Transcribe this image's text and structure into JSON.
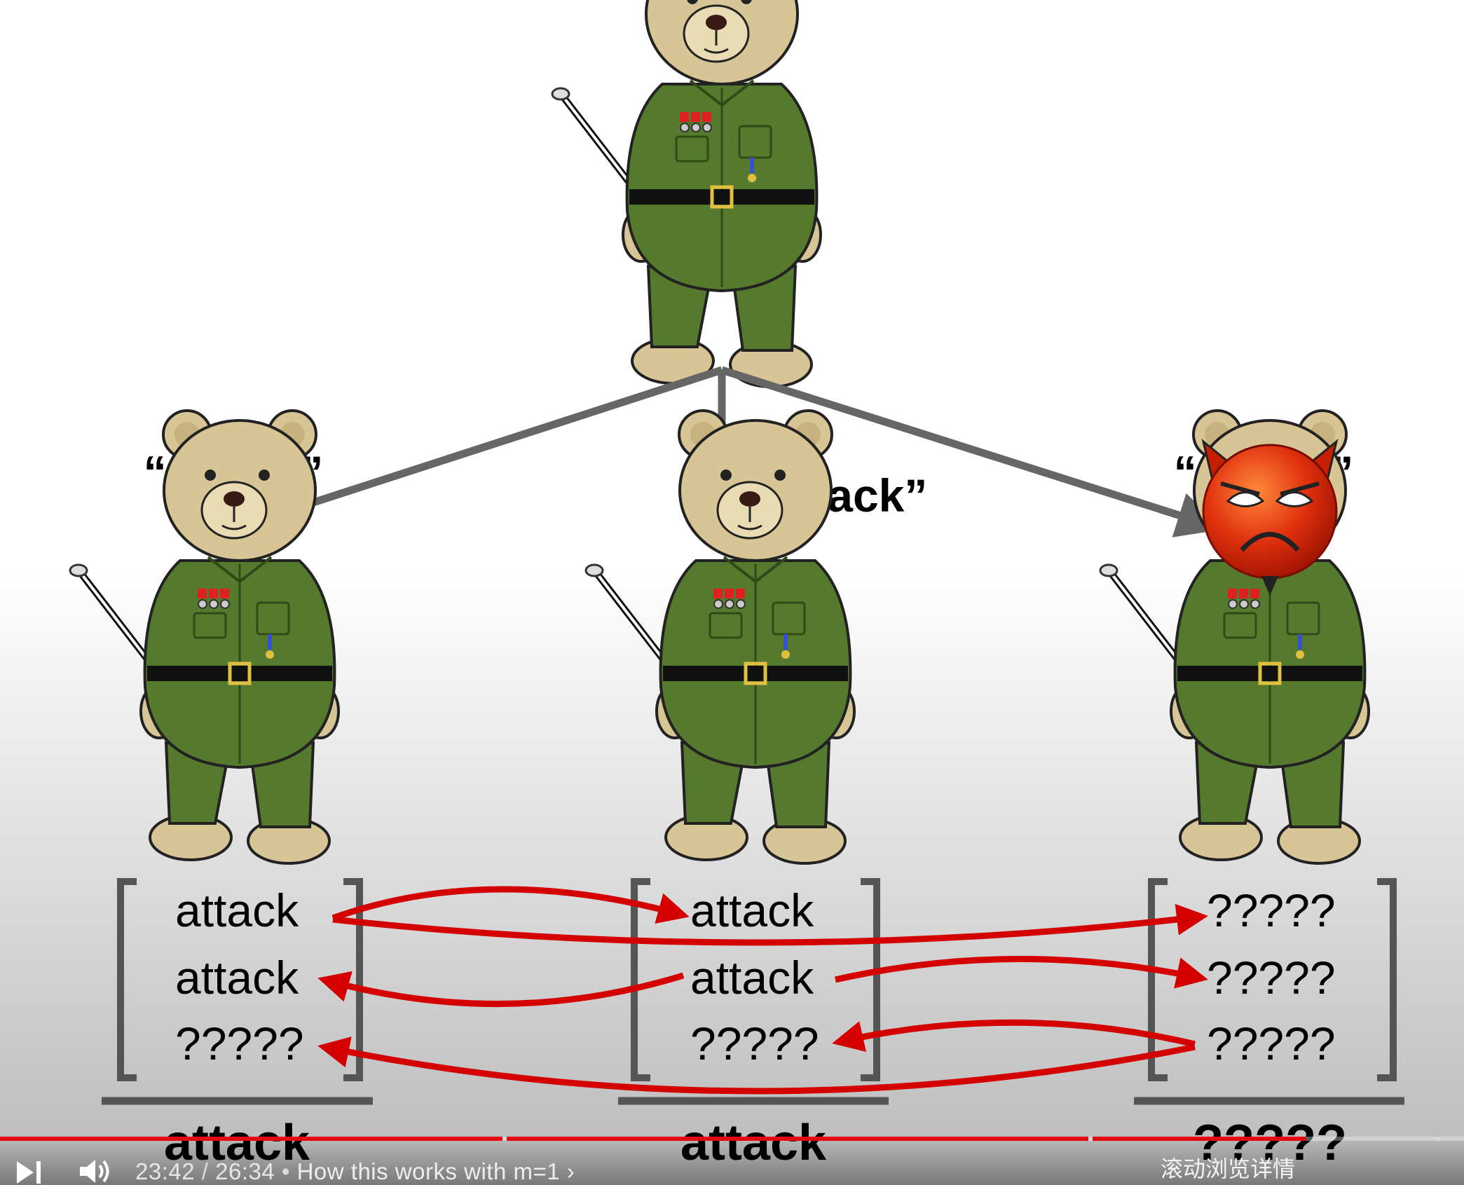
{
  "slide": {
    "messages": [
      "“attack”",
      "“attack”",
      "“attack”"
    ],
    "lists": [
      [
        "attack",
        "attack",
        "?????"
      ],
      [
        "attack",
        "attack",
        "?????"
      ],
      [
        "?????",
        "?????",
        "?????"
      ]
    ],
    "results": [
      "attack",
      "attack",
      "?????"
    ]
  },
  "player": {
    "current_time": "23:42",
    "separator": " / ",
    "duration": "26:34",
    "chapter_bullet": " • ",
    "chapter_title": "How this works with m=1",
    "chapter_chevron": " ›",
    "progress_fraction": 0.892,
    "scroll_hint": "滚动浏览详情",
    "icons": [
      "play-next-icon",
      "volume-icon"
    ],
    "accent_color": "#e50914"
  },
  "colors": {
    "uniform": "#557a2e",
    "fur": "#d8c596",
    "arrow_gray": "#666666",
    "arrow_red": "#d40000",
    "devil": "#e03010"
  }
}
